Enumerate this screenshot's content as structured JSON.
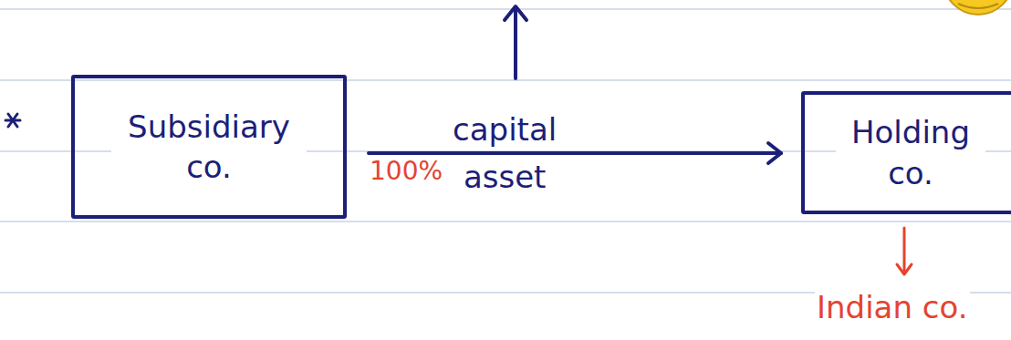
{
  "diagram": {
    "nodes": [
      {
        "text": [
          "Subsidiary co."
        ]
      },
      {
        "text": [
          "Holding co."
        ]
      }
    ],
    "edges": [
      {
        "from": 0,
        "to": 1,
        "arrow": "to",
        "label": "capital asset"
      }
    ],
    "labels": [
      "100%",
      "Indian co."
    ]
  }
}
